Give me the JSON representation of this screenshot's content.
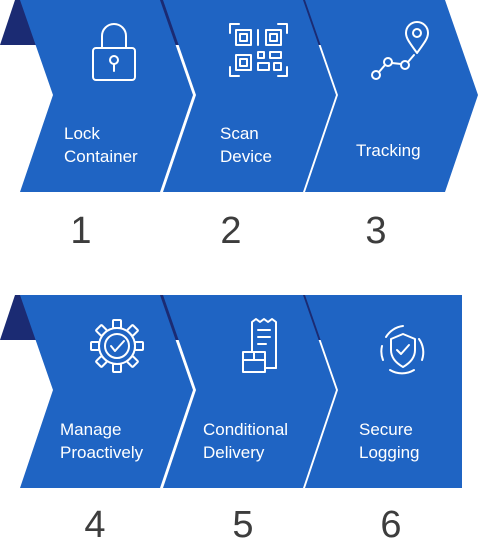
{
  "colors": {
    "chevron_fill": "#1f64c3",
    "chevron_shadow": "#1b2b73",
    "number_text": "#3d3d3d",
    "label_text": "#ffffff"
  },
  "steps": [
    {
      "number": "1",
      "label_lines": [
        "Lock",
        "Container"
      ],
      "icon": "padlock-icon"
    },
    {
      "number": "2",
      "label_lines": [
        "Scan",
        "Device"
      ],
      "icon": "qr-code-icon"
    },
    {
      "number": "3",
      "label_lines": [
        "Tracking"
      ],
      "icon": "route-tracking-icon"
    },
    {
      "number": "4",
      "label_lines": [
        "Manage",
        "Proactively"
      ],
      "icon": "gear-check-icon"
    },
    {
      "number": "5",
      "label_lines": [
        "Conditional",
        "Delivery"
      ],
      "icon": "receipt-package-icon"
    },
    {
      "number": "6",
      "label_lines": [
        "Secure",
        "Logging"
      ],
      "icon": "shield-check-icon"
    }
  ]
}
